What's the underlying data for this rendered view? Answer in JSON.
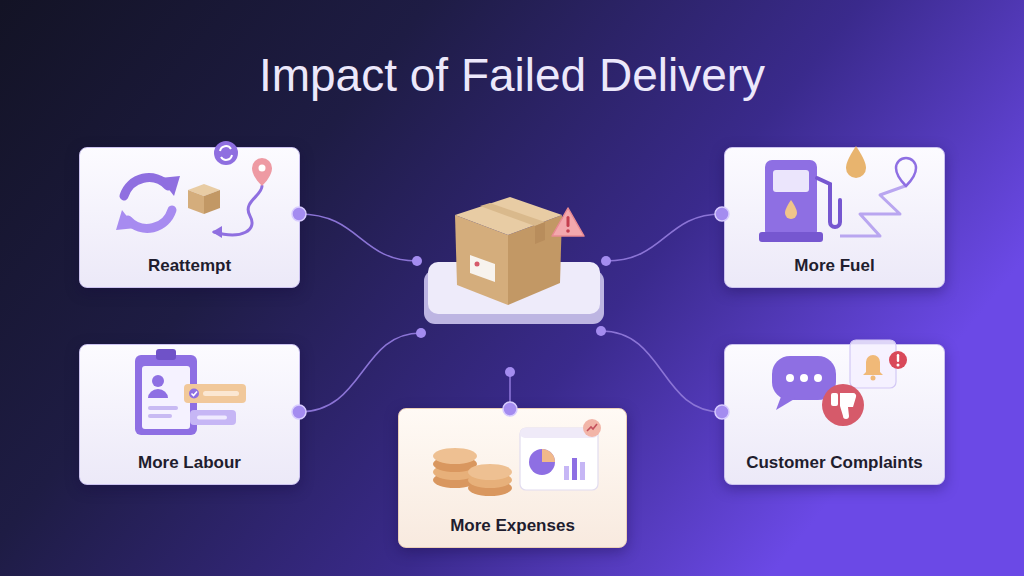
{
  "diagram": {
    "title": "Impact of Failed Delivery",
    "nodes": [
      {
        "text": [
          "Reattempt"
        ]
      },
      {
        "text": [
          "More Fuel"
        ]
      },
      {
        "text": [
          "More Labour"
        ]
      },
      {
        "text": [
          "More Expenses"
        ]
      },
      {
        "text": [
          "Customer Complaints"
        ]
      }
    ]
  }
}
